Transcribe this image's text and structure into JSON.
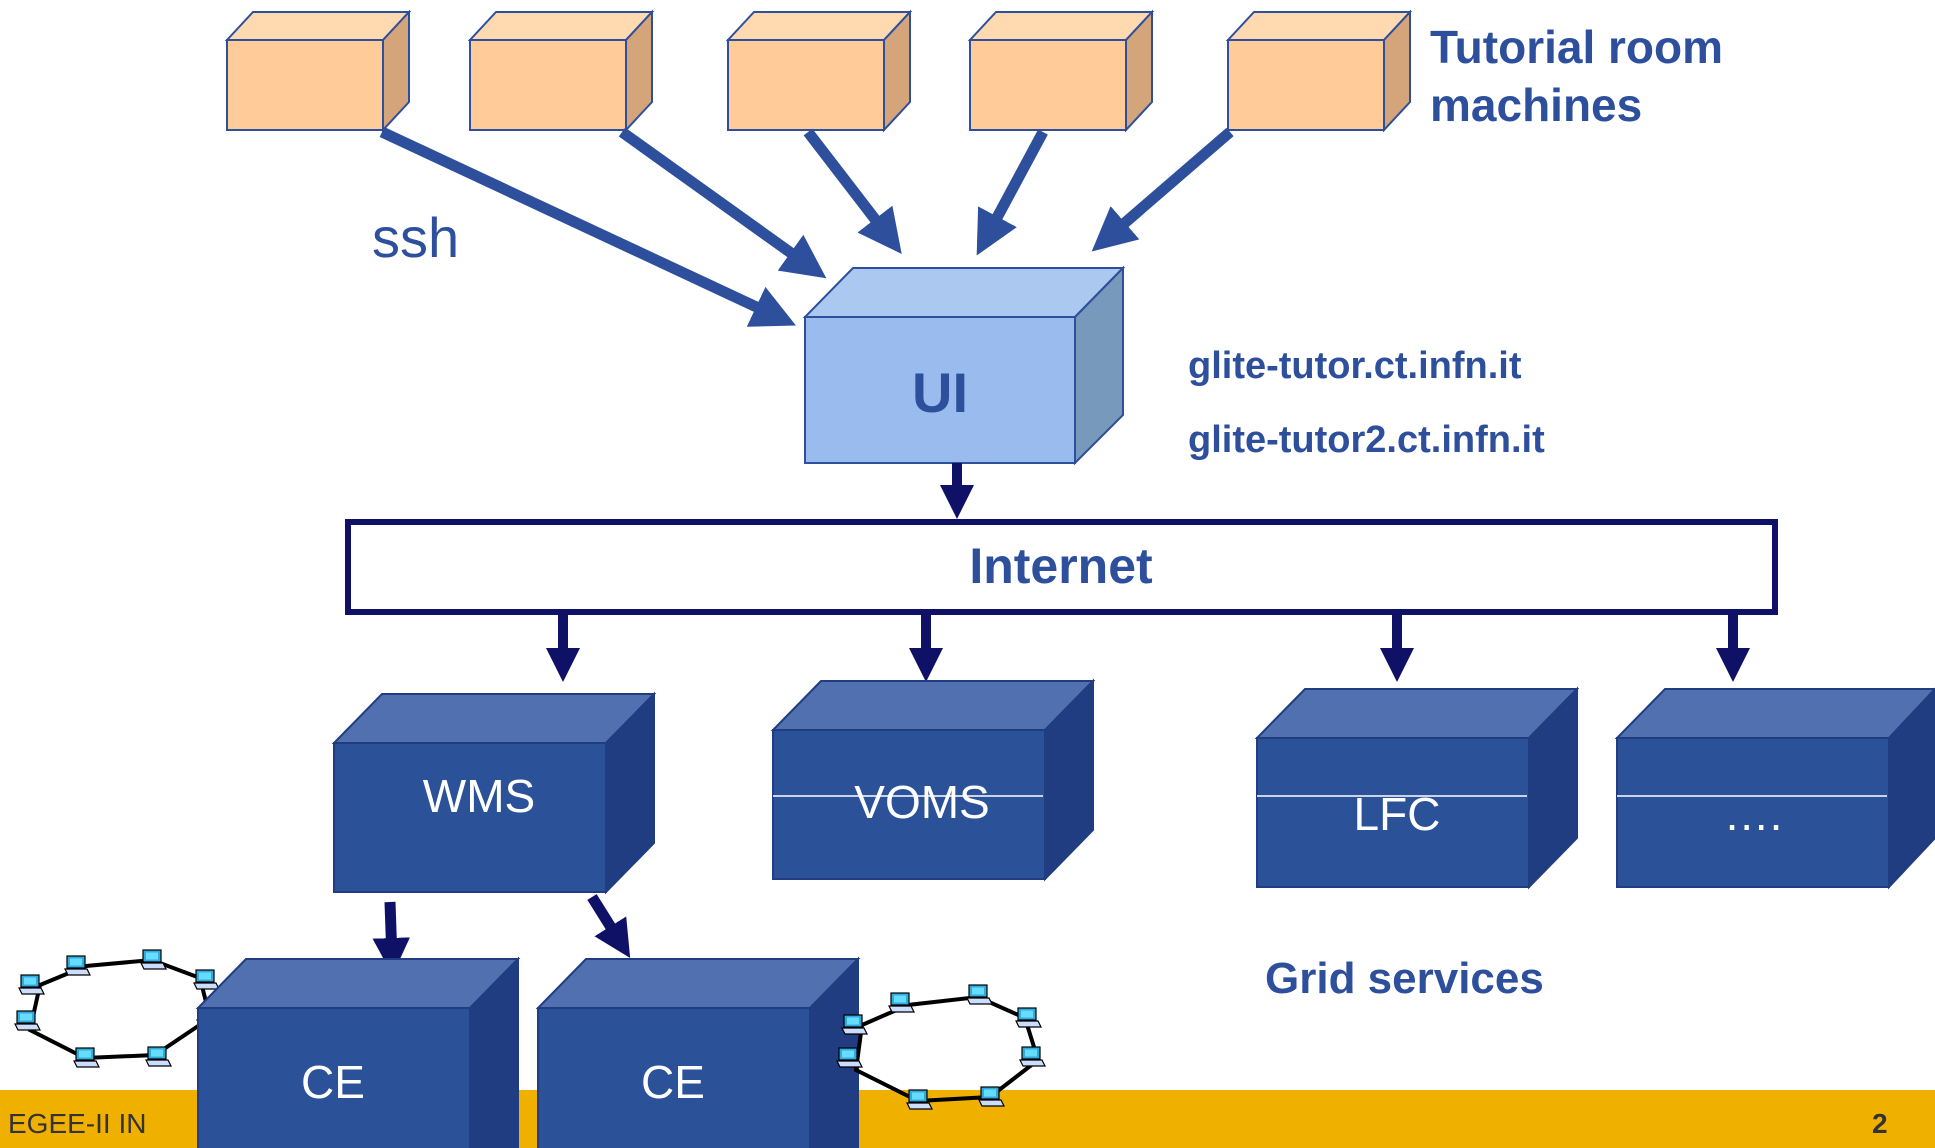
{
  "diagram": {
    "ssh_label": "ssh",
    "tutorial_label_line1": "Tutorial room",
    "tutorial_label_line2": "machines",
    "ui_label": "UI",
    "hostname1": "glite-tutor.ct.infn.it",
    "hostname2": "glite-tutor2.ct.infn.it",
    "internet_label": "Internet",
    "services": [
      {
        "label": "WMS"
      },
      {
        "label": "VOMS"
      },
      {
        "label": "LFC"
      },
      {
        "label": "…."
      }
    ],
    "ce_labels": [
      "CE",
      "CE"
    ],
    "grid_services_label": "Grid services"
  },
  "footer": {
    "left_text": "EGEE-II IN",
    "page_number": "2"
  },
  "colors": {
    "machine_front": "#FFCC99",
    "machine_side": "#D4A57A",
    "ui_front": "#99BBEE",
    "ui_top": "#AAC8F0",
    "ui_side": "#7799BB",
    "service_front": "#2B5198",
    "service_top": "#5070B0",
    "service_side": "#1F3D80",
    "arrow_blue": "#2E4F9C",
    "arrow_navy": "#0F1166",
    "text_blue": "#2E4F9C",
    "footer_bar": "#F0B000"
  }
}
